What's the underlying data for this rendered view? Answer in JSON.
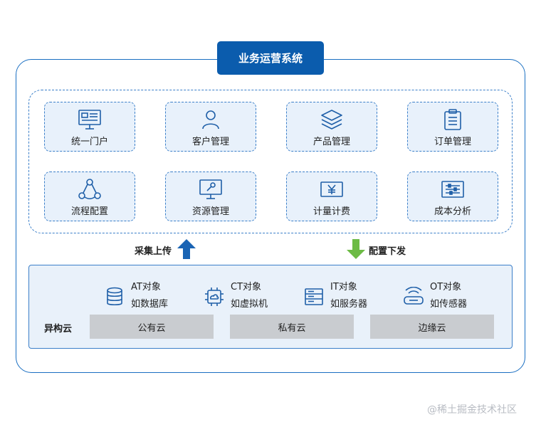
{
  "title": "业务运营系统",
  "modules": [
    {
      "label": "统一门户",
      "icon": "monitor-icon"
    },
    {
      "label": "客户管理",
      "icon": "user-icon"
    },
    {
      "label": "产品管理",
      "icon": "layers-icon"
    },
    {
      "label": "订单管理",
      "icon": "clipboard-icon"
    },
    {
      "label": "流程配置",
      "icon": "flow-icon"
    },
    {
      "label": "资源管理",
      "icon": "monitor-wrench-icon"
    },
    {
      "label": "计量计费",
      "icon": "yen-bill-icon"
    },
    {
      "label": "成本分析",
      "icon": "sliders-icon"
    }
  ],
  "arrows": {
    "upload_label": "采集上传",
    "config_label": "配置下发",
    "up_color": "#1a64b4",
    "down_color": "#6dbb45"
  },
  "objects": [
    {
      "line1": "AT对象",
      "line2": "如数据库",
      "icon": "database-icon"
    },
    {
      "line1": "CT对象",
      "line2": "如虚拟机",
      "icon": "chip-cloud-icon"
    },
    {
      "line1": "IT对象",
      "line2": "如服务器",
      "icon": "server-icon"
    },
    {
      "line1": "OT对象",
      "line2": "如传感器",
      "icon": "sensor-icon"
    }
  ],
  "heterogeneous_cloud": {
    "label": "异构云",
    "clouds": [
      "公有云",
      "私有云",
      "边缘云"
    ]
  },
  "watermark": "@稀土掘金技术社区",
  "colors": {
    "accent": "#0b5cad",
    "module_bg": "#e8f1fb",
    "cloud_bg": "#c9ccd0"
  }
}
